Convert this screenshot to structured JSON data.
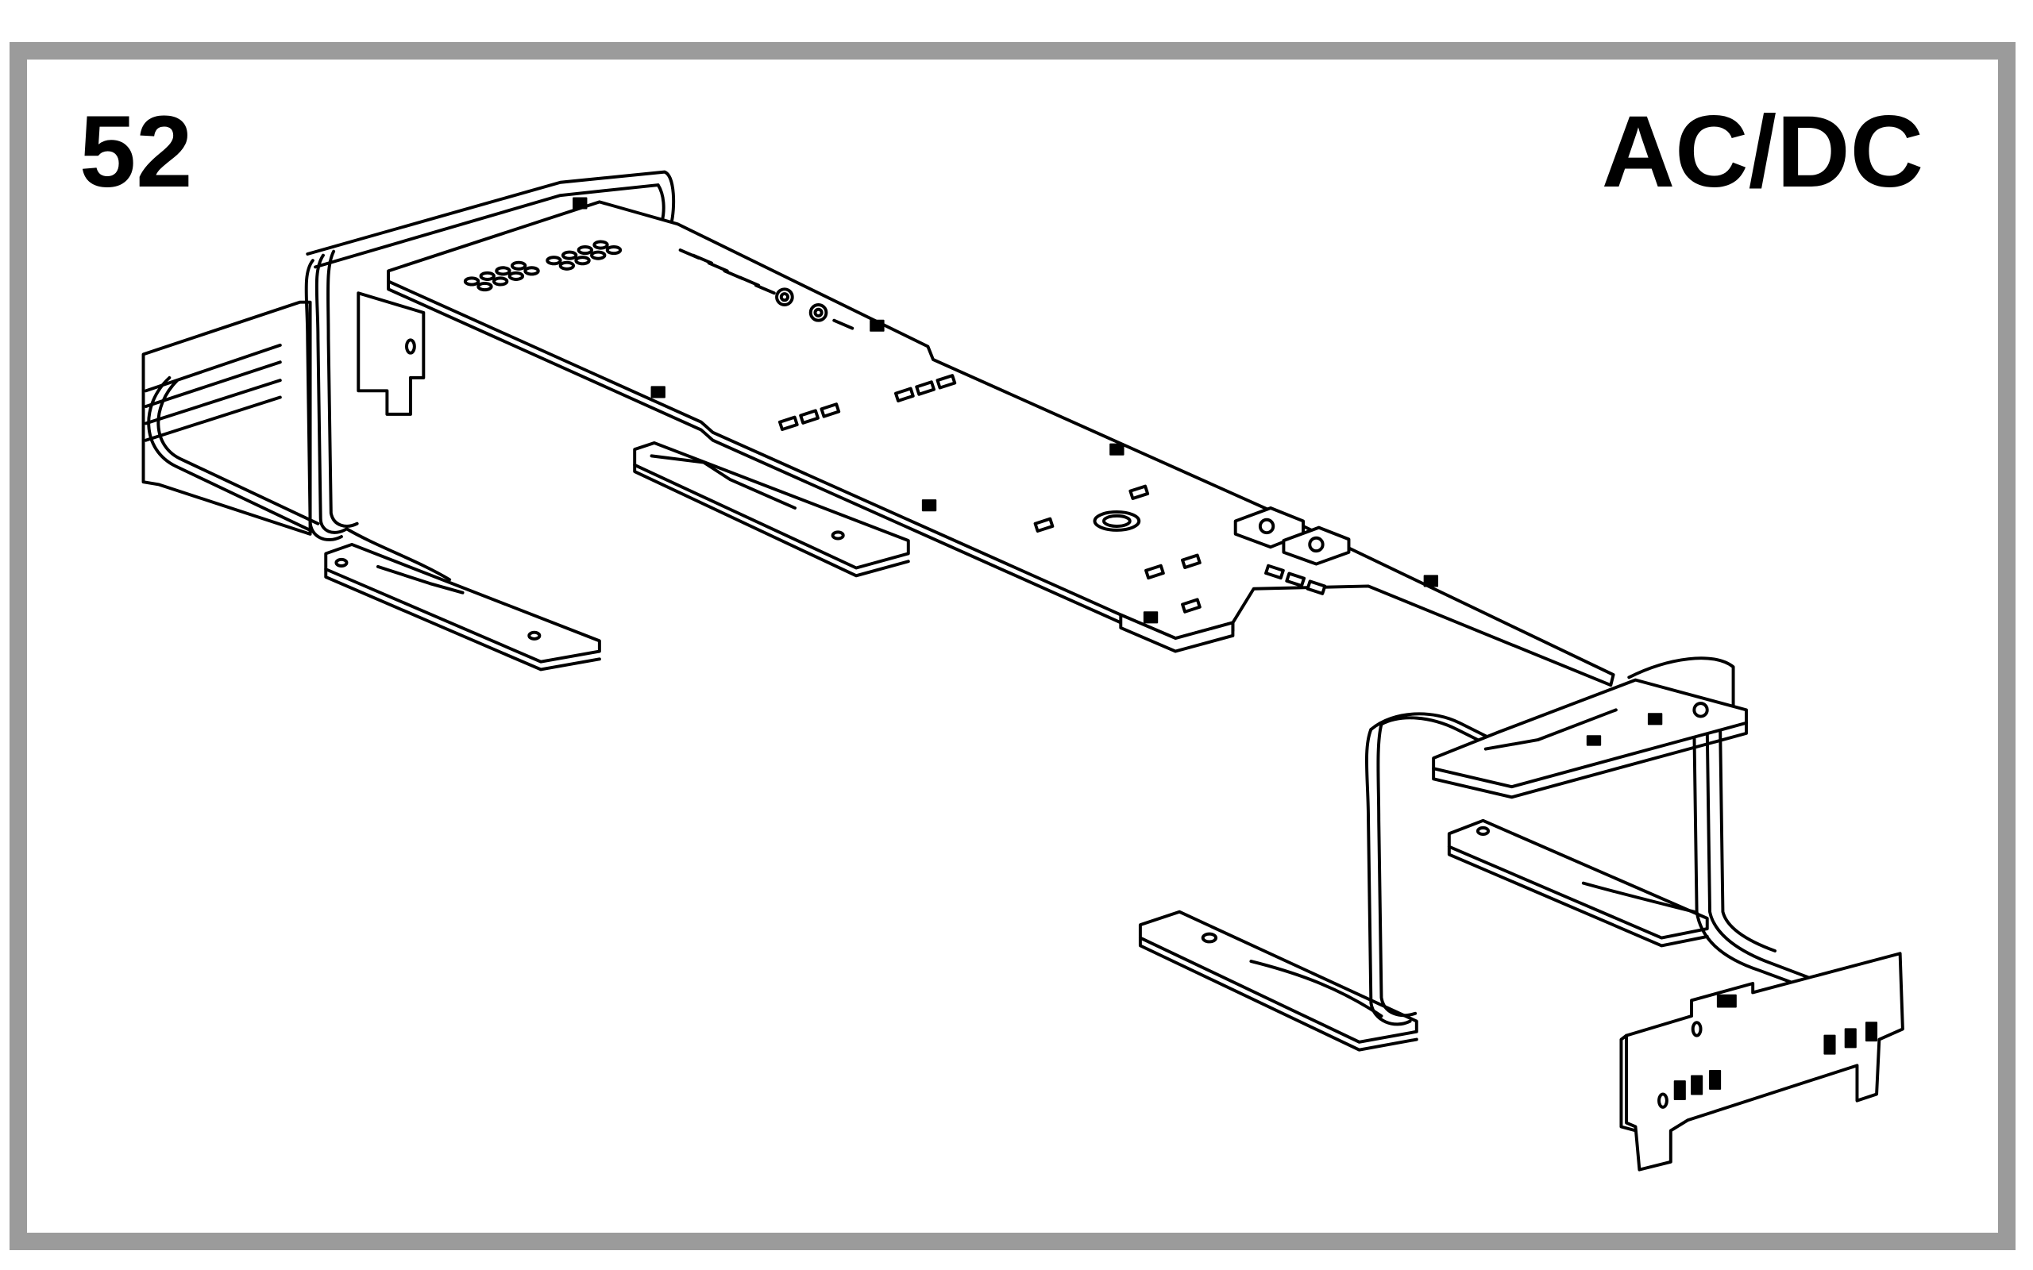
{
  "page": {
    "step_number": "52",
    "mode_label": "AC/DC",
    "frame_color": "#9b9b9b"
  },
  "illustration": {
    "subject": "chassis-wiring-assembly",
    "parts": [
      "main-circuit-board",
      "left-connector-plate",
      "left-foot-pickup",
      "middle-foot-pickup",
      "right-front-foot-pickup",
      "right-rear-foot-pickup",
      "right-top-bracket",
      "right-end-light-board",
      "wire-harness-left",
      "wire-harness-right"
    ]
  }
}
